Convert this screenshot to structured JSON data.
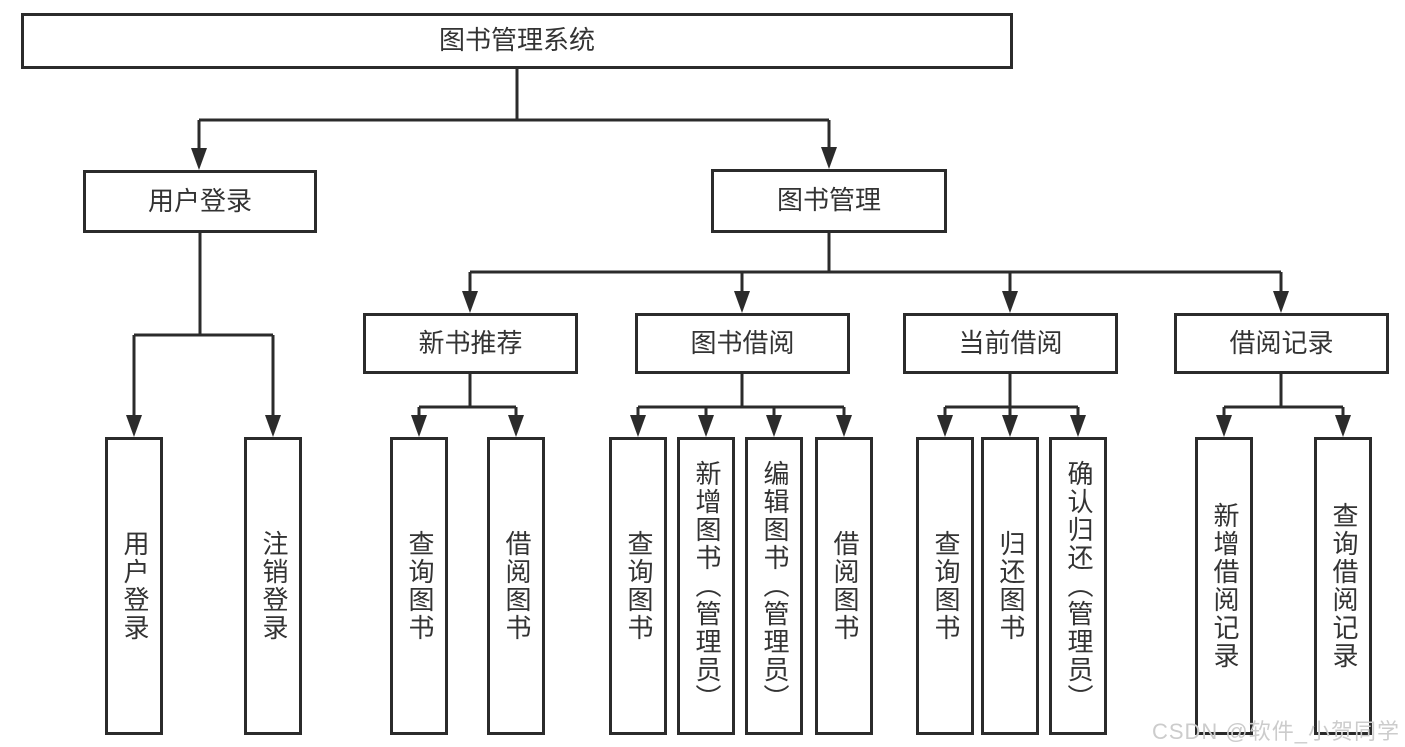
{
  "diagram": {
    "title_note": "functional structure tree",
    "root": {
      "label": "图书管理系统"
    },
    "branches": [
      {
        "label": "用户登录",
        "leaves": [
          {
            "label": "用户登录"
          },
          {
            "label": "注销登录"
          }
        ]
      },
      {
        "label": "图书管理",
        "children": [
          {
            "label": "新书推荐",
            "leaves": [
              {
                "label": "查询图书"
              },
              {
                "label": "借阅图书"
              }
            ]
          },
          {
            "label": "图书借阅",
            "leaves": [
              {
                "label": "查询图书"
              },
              {
                "label": "新增图书（管理员）"
              },
              {
                "label": "编辑图书（管理员）"
              },
              {
                "label": "借阅图书"
              }
            ]
          },
          {
            "label": "当前借阅",
            "leaves": [
              {
                "label": "查询图书"
              },
              {
                "label": "归还图书"
              },
              {
                "label": "确认归还（管理员）"
              }
            ]
          },
          {
            "label": "借阅记录",
            "leaves": [
              {
                "label": "新增借阅记录"
              },
              {
                "label": "查询借阅记录"
              }
            ]
          }
        ]
      }
    ]
  },
  "watermark": {
    "text": "CSDN @软件_小贺同学"
  },
  "colors": {
    "line": "#2b2b2b",
    "text": "#333333",
    "watermark": "#cccccc",
    "background": "#ffffff"
  }
}
